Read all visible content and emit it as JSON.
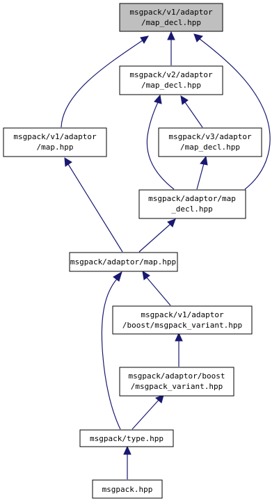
{
  "graph": {
    "edge_color": "#191970",
    "highlight_fill": "#bfbfbf",
    "nodes": {
      "v1_map_decl": {
        "line1": "msgpack/v1/adaptor",
        "line2": "/map_decl.hpp"
      },
      "v2_map_decl": {
        "line1": "msgpack/v2/adaptor",
        "line2": "/map_decl.hpp"
      },
      "v1_map": {
        "line1": "msgpack/v1/adaptor",
        "line2": "/map.hpp"
      },
      "v3_map_decl": {
        "line1": "msgpack/v3/adaptor",
        "line2": "/map_decl.hpp"
      },
      "adaptor_map_decl": {
        "line1": "msgpack/adaptor/map",
        "line2": "_decl.hpp"
      },
      "adaptor_map": {
        "line1": "msgpack/adaptor/map.hpp"
      },
      "v1_boost_variant": {
        "line1": "msgpack/v1/adaptor",
        "line2": "/boost/msgpack_variant.hpp"
      },
      "boost_variant": {
        "line1": "msgpack/adaptor/boost",
        "line2": "/msgpack_variant.hpp"
      },
      "type": {
        "line1": "msgpack/type.hpp"
      },
      "msgpack": {
        "line1": "msgpack.hpp"
      }
    }
  }
}
